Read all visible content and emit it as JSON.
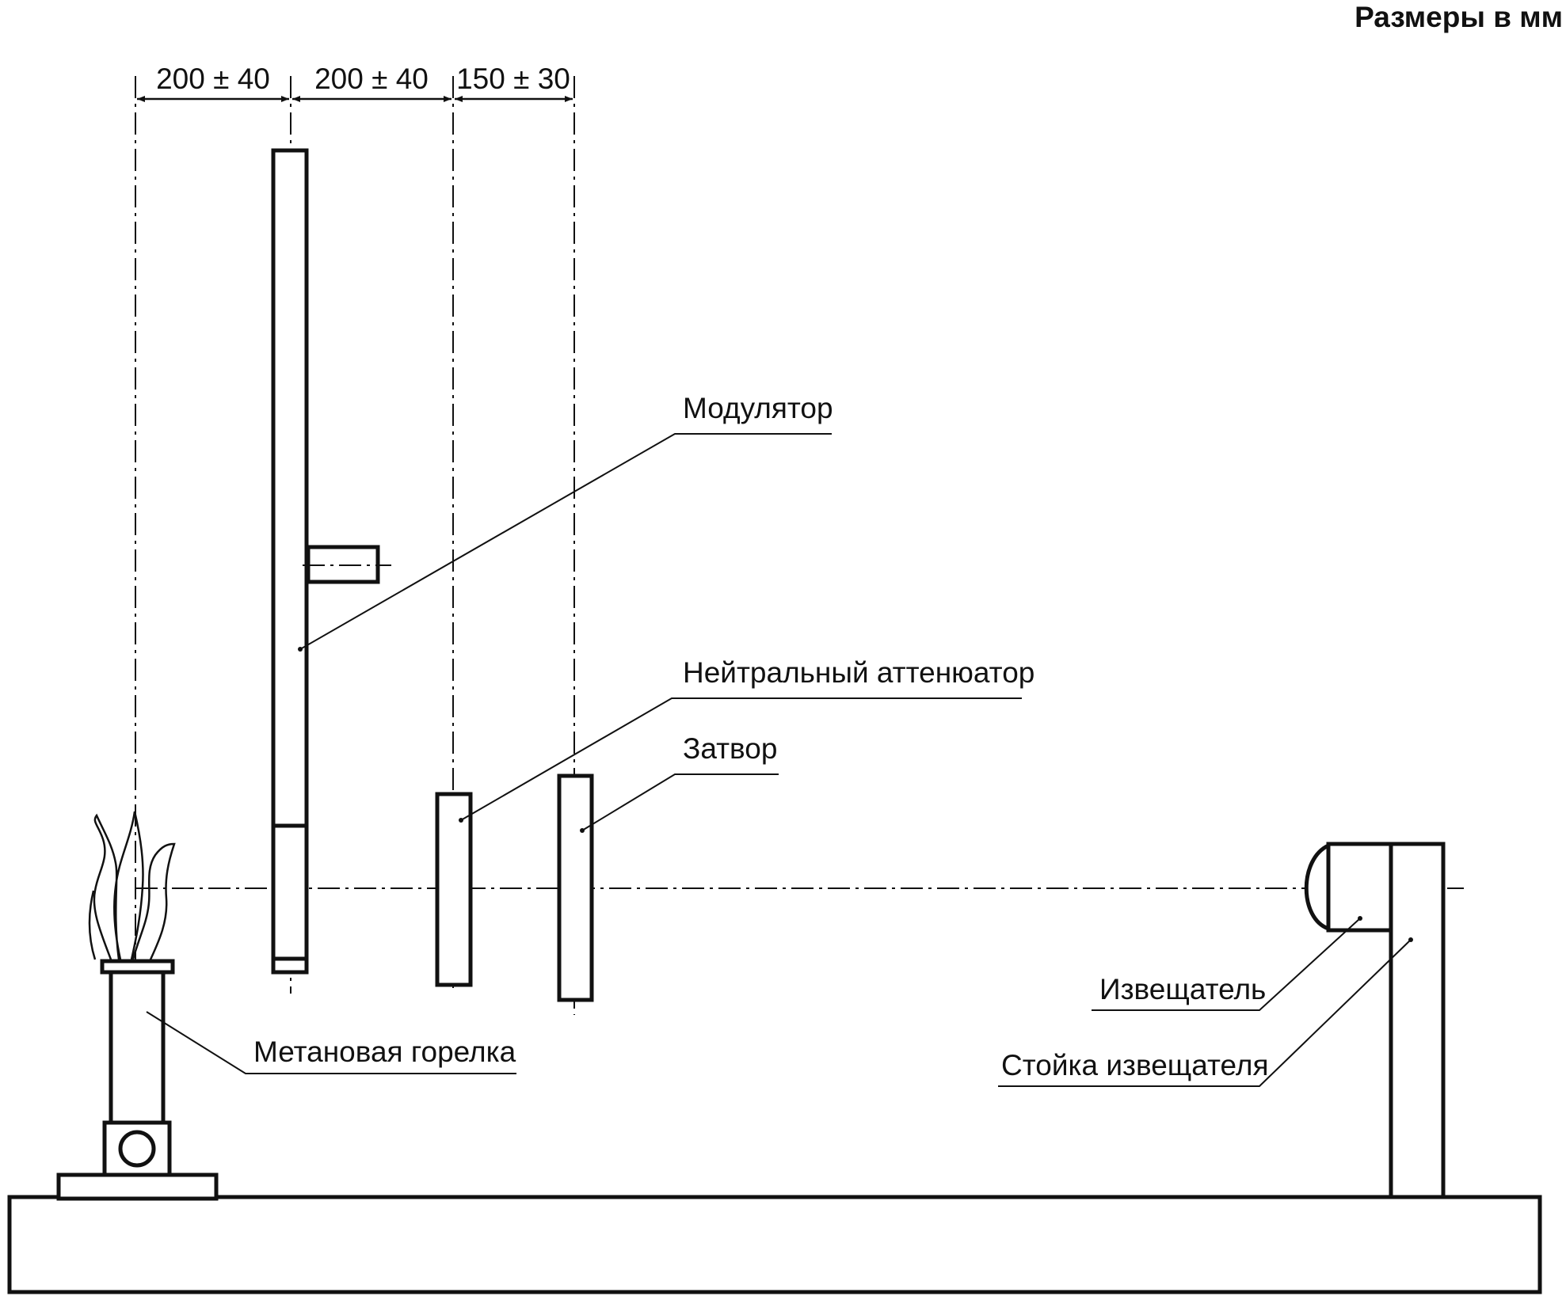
{
  "units_note": "Размеры в мм",
  "dimensions": [
    "200 ± 40",
    "200 ± 40",
    "150 ± 30"
  ],
  "labels": {
    "modulator": "Модулятор",
    "attenuator": "Нейтральный аттенюатор",
    "shutter": "Затвор",
    "burner": "Метановая горелка",
    "detector": "Извещатель",
    "detector_stand": "Стойка извещателя"
  },
  "colors": {
    "line": "#111111",
    "background": "#ffffff"
  }
}
